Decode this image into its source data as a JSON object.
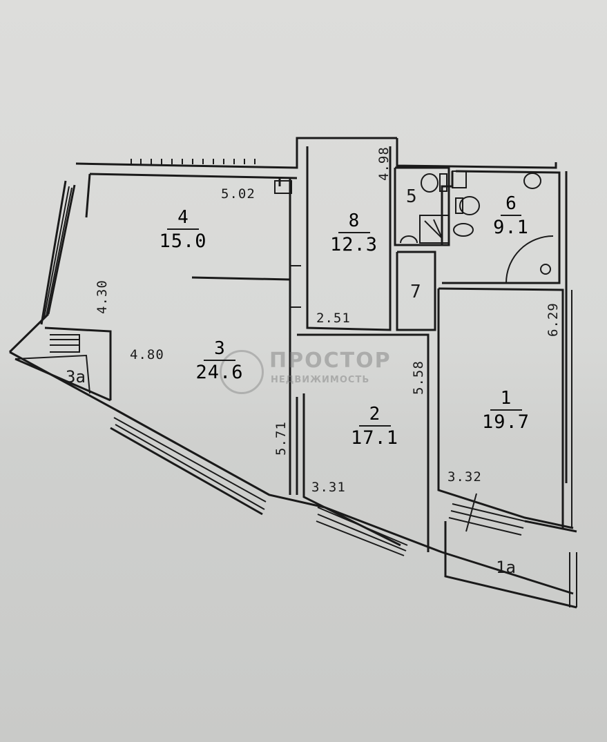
{
  "plan": {
    "rooms": [
      {
        "id": "1",
        "area": "19.7"
      },
      {
        "id": "2",
        "area": "17.1"
      },
      {
        "id": "3",
        "area": "24.6"
      },
      {
        "id": "4",
        "area": "15.0"
      },
      {
        "id": "5",
        "area": ""
      },
      {
        "id": "6",
        "area": "9.1"
      },
      {
        "id": "7",
        "area": ""
      },
      {
        "id": "8",
        "area": "12.3"
      }
    ],
    "balconies": [
      {
        "id": "3а"
      },
      {
        "id": "1а"
      }
    ],
    "dimensions": {
      "d_502": "5.02",
      "d_430": "4.30",
      "d_480": "4.80",
      "d_571": "5.71",
      "d_498": "4.98",
      "d_251": "2.51",
      "d_558": "5.58",
      "d_331": "3.31",
      "d_332": "3.32",
      "d_629": "6.29"
    }
  },
  "watermark": {
    "brand": "ПРОСТОР",
    "subtitle": "НЕДВИЖИМОСТЬ"
  }
}
